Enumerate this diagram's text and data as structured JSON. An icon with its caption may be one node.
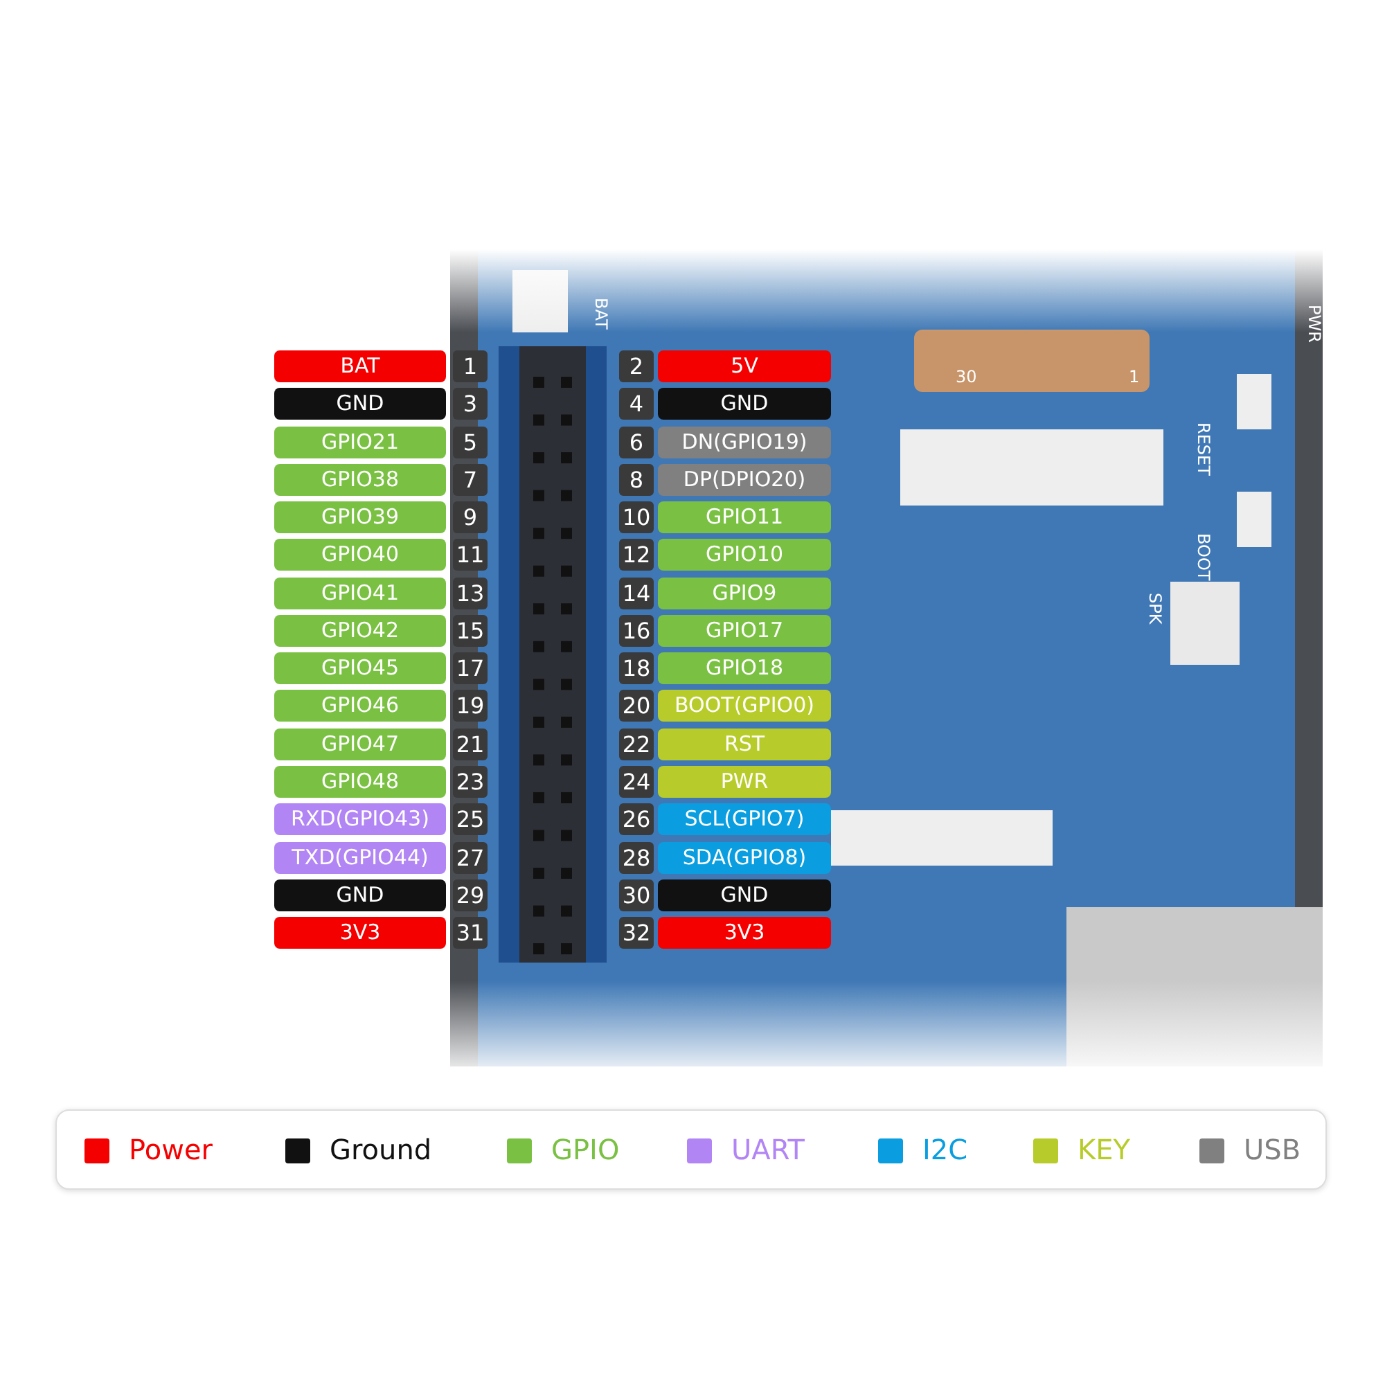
{
  "diagram": {
    "labels": [
      "BAT",
      "1",
      "2",
      "5V",
      "GND",
      "3",
      "4",
      "GND",
      "GPIO21",
      "5",
      "6",
      "DN(GPIO19)",
      "GPIO38",
      "7",
      "8",
      "DP(DPIO20)",
      "GPIO39",
      "9",
      "10",
      "GPIO11",
      "GPIO40",
      "11",
      "12",
      "GPIO10",
      "GPIO41",
      "13",
      "14",
      "GPIO9",
      "GPIO42",
      "15",
      "16",
      "GPIO17",
      "GPIO45",
      "17",
      "18",
      "GPIO18",
      "GPIO46",
      "19",
      "20",
      "BOOT(GPIO0)",
      "GPIO47",
      "21",
      "22",
      "RST",
      "GPIO48",
      "23",
      "24",
      "PWR",
      "RXD(GPIO43)",
      "25",
      "26",
      "SCL(GPIO7)",
      "TXD(GPIO44)",
      "27",
      "28",
      "SDA(GPIO8)",
      "GND",
      "29",
      "30",
      "GND",
      "3V3",
      "31",
      "32",
      "3V3",
      "BAT",
      "PWR",
      "30",
      "1",
      "RESET",
      "BOOT",
      "SPK"
    ],
    "legend": [
      {
        "text": "Power",
        "color": "#f50000"
      },
      {
        "text": "Ground",
        "color": "#111111"
      },
      {
        "text": "GPIO",
        "color": "#7ac143"
      },
      {
        "text": "UART",
        "color": "#b285f5"
      },
      {
        "text": "I2C",
        "color": "#0a9ee0"
      },
      {
        "text": "KEY",
        "color": "#b7cc2a"
      },
      {
        "text": "USB",
        "color": "#808080"
      }
    ]
  }
}
